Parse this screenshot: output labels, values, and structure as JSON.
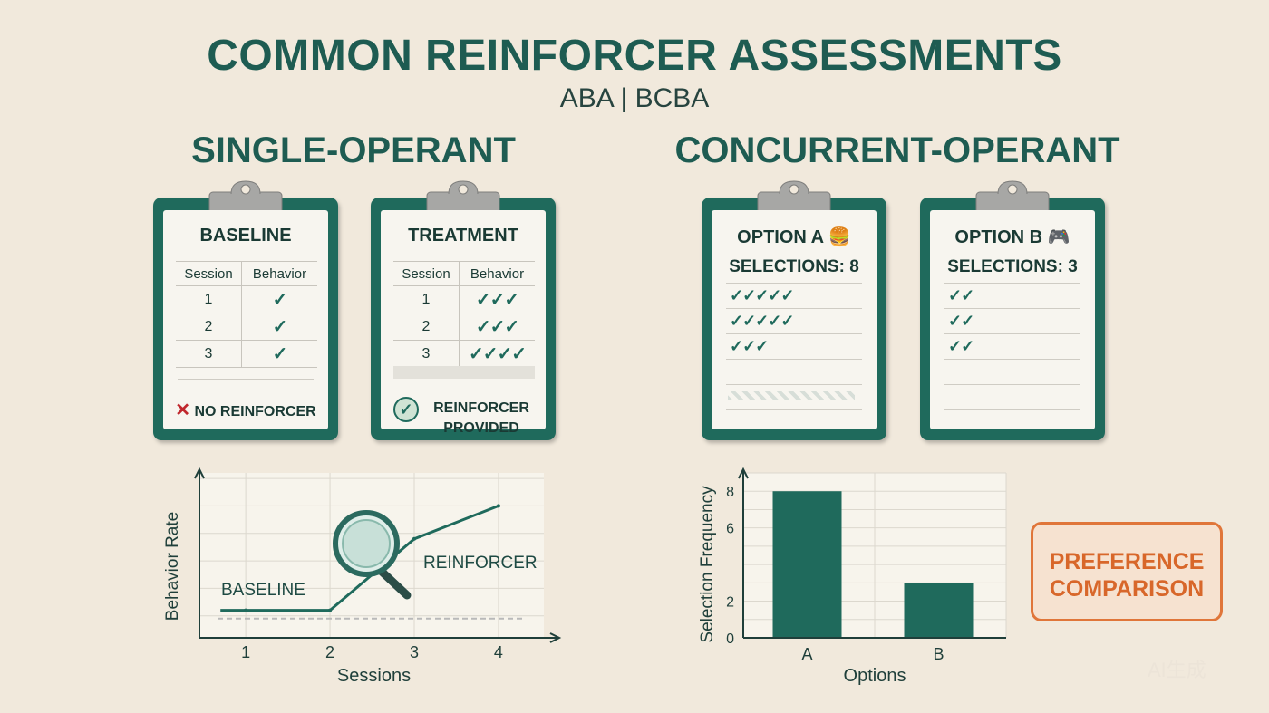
{
  "header": {
    "title": "COMMON REINFORCER ASSESSMENTS",
    "subtitle": "ABA | BCBA"
  },
  "sections": {
    "single": "SINGLE-OPERANT",
    "concurrent": "CONCURRENT-OPERANT"
  },
  "baseline_card": {
    "title": "BASELINE",
    "col_session": "Session",
    "col_behavior": "Behavior",
    "rows": [
      {
        "session": "1",
        "checks": "✓"
      },
      {
        "session": "2",
        "checks": "✓"
      },
      {
        "session": "3",
        "checks": "✓"
      }
    ],
    "note": "NO REINFORCER",
    "note_icon": "x-mark-icon"
  },
  "treatment_card": {
    "title": "TREATMENT",
    "col_session": "Session",
    "col_behavior": "Behavior",
    "rows": [
      {
        "session": "1",
        "checks": "✓✓✓"
      },
      {
        "session": "2",
        "checks": "✓✓✓"
      },
      {
        "session": "3",
        "checks": "✓✓✓✓"
      }
    ],
    "note_line1": "REINFORCER",
    "note_line2": "PROVIDED",
    "note_icon": "check-circle-icon"
  },
  "option_a_card": {
    "title": "OPTION A",
    "icon": "🍔",
    "selections": "SELECTIONS: 8",
    "check_rows": [
      "✓✓✓✓✓",
      "✓✓✓✓✓",
      "✓✓✓"
    ]
  },
  "option_b_card": {
    "title": "OPTION B",
    "icon": "🎮",
    "selections": "SELECTIONS: 3",
    "check_rows": [
      "✓✓",
      "✓✓",
      "✓✓"
    ]
  },
  "chart_data": [
    {
      "type": "line",
      "xlabel": "Sessions",
      "ylabel": "Behavior Rate",
      "x": [
        1,
        2,
        3,
        4
      ],
      "series": [
        {
          "values": [
            1,
            1,
            3.6,
            4.8
          ]
        }
      ],
      "annotations": [
        "BASELINE",
        "REINFORCER"
      ],
      "grid": true
    },
    {
      "type": "bar",
      "xlabel": "Options",
      "ylabel": "Selection Frequency",
      "categories": [
        "A",
        "B"
      ],
      "values": [
        8,
        3
      ],
      "yticks": [
        "0",
        "2",
        "6",
        "8"
      ],
      "ylim": [
        0,
        9
      ],
      "grid": true
    }
  ],
  "callout": {
    "line1": "PREFERENCE",
    "line2": "COMPARISON"
  },
  "watermark": "AI生成",
  "colors": {
    "teal": "#1f6a5c",
    "title": "#1e5c52",
    "orange": "#e0763a",
    "background": "#f1e9dc"
  }
}
